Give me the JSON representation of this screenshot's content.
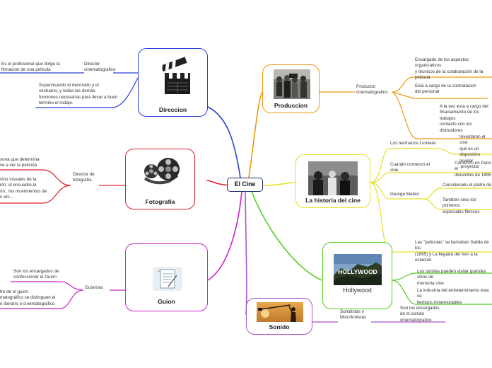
{
  "center": {
    "label": "El Cine"
  },
  "topics": {
    "direccion": {
      "label": "Direccion",
      "icon": "clapperboard-icon",
      "color": "#2a3ed6",
      "subtopic": "Director\ncinematografico",
      "notes": [
        "Es el profesional que dirige la\nfirmacion de una pelicula",
        "Supervisando el decorado y el\nvestuario, y todas las demás\nfunciones necesarias para llevar a buen\ntérmino el rodaje."
      ]
    },
    "fotografia": {
      "label": "Fotografia",
      "icon": "film-reel-icon",
      "color": "#e0202e",
      "subtopic": "Director de\nfotografía",
      "notes": [
        "sona que determina\nve a ver la pelicula",
        "ctos visuales de la\nión: el encuadre,la\nón , los movimientos de\nn etc..."
      ]
    },
    "guion": {
      "label": "Guion",
      "icon": "script-page-icon",
      "color": "#cc22cc",
      "subtopic": "Guiorista",
      "notes": [
        "Son los encargados de\nconfeccionar el Guion",
        "tro de el guion\nmatográfico se distinguen el\nn literario o cinematografico"
      ]
    },
    "produccion": {
      "label": "Produccion",
      "icon": "film-crew-photo",
      "color": "#ee9a10",
      "subtopic": "Productor\ncinematografico",
      "notes": [
        "Encargado de los aspectos organizativos\ny técnicos de la colaboración de la\npelicula",
        "Esta a cargo de la contratacion\ndel personal",
        "A la vez esta a cargo del\nfinaciamiento de los trabajos\ncontacto con los distruidores"
      ]
    },
    "historia": {
      "label": "La historia del cine",
      "icon": "vintage-film-photo",
      "color": "#e6e028",
      "branches": [
        {
          "label": "Los hermanos Lumiere",
          "notes": [
            "Inventaron el cine\nque es un dispositivo\nrevelar ,proyectar"
          ]
        },
        {
          "label": "Cuando comenzo el\ncine",
          "notes": [
            "Comenzo en Paris el\ndiciembre de 1895"
          ]
        },
        {
          "label": "George Melies",
          "notes": [
            "Considerado el padre de",
            "Tambien creo los primeros\nespeciales filmicos"
          ]
        },
        {
          "label": "",
          "notes": [
            "Las \"peliculas\" se llamaban Salida de los\n(1895) y La llegada del tren a la estación"
          ]
        }
      ]
    },
    "hollywood": {
      "label": "Hollywood",
      "icon": "hollywood-sign-photo",
      "sign_text": "HOLLYWOOD",
      "color": "#55cc22",
      "notes": [
        "Los turistas pueden visitar grandes sitios de\nmemoria cine",
        "La industria del entretenimiento esta ce\ntiempos inmemorables"
      ]
    },
    "sonido": {
      "label": "Sonido",
      "icon": "boom-mic-silhouette-photo",
      "color": "#aa55cc",
      "subtopic": "Sonidistas y\nMicrofonistas",
      "notes": [
        "Son los encargados\nde el sonido\ncinematografico"
      ]
    }
  }
}
